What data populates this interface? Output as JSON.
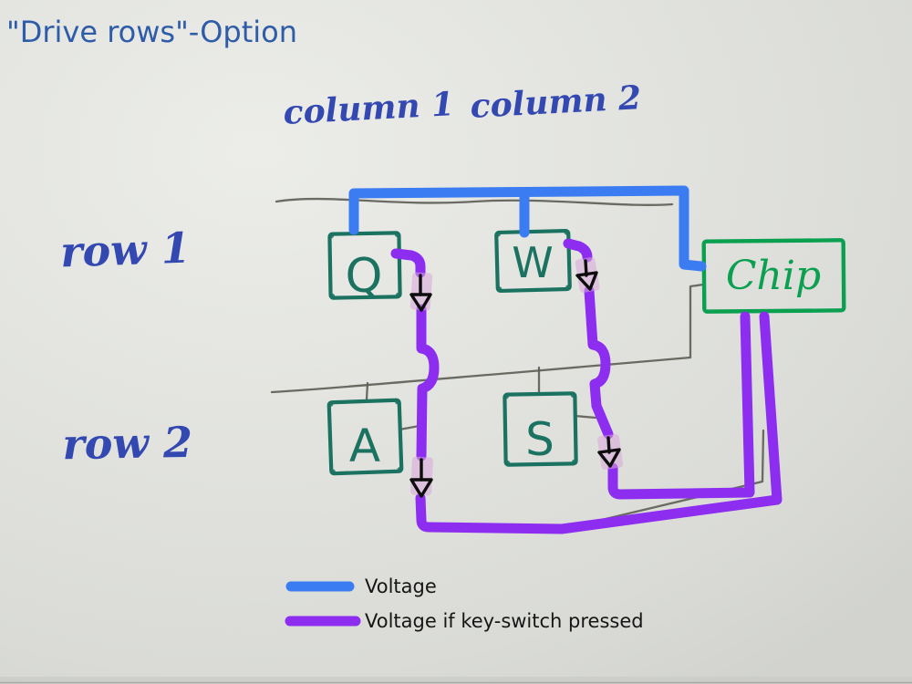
{
  "title": "\"Drive rows\"-Option",
  "diagram": {
    "column_labels": [
      "column 1",
      "column 2"
    ],
    "row_labels": [
      "row 1",
      "row 2"
    ],
    "keys": [
      "Q",
      "W",
      "A",
      "S"
    ],
    "chip_label": "Chip"
  },
  "legend": {
    "items": [
      {
        "label": "Voltage",
        "color": "#3b7cf2"
      },
      {
        "label": "Voltage if key-switch pressed",
        "color": "#8c2df0"
      }
    ]
  },
  "colors": {
    "voltage_blue": "#3b7cf2",
    "pressed_purple": "#8c2df0",
    "key_ink_green": "#1b7260",
    "chip_ink_green": "#0aa050",
    "handwriting_blue": "#3448b2",
    "title_blue": "#2e5ca8",
    "pencil_gray": "#5f5f58",
    "diode_highlight_pink": "#d9a6dd",
    "paper_light": "#e9eae6",
    "paper_dark": "#d6d7d3",
    "legend_text": "#161616"
  }
}
